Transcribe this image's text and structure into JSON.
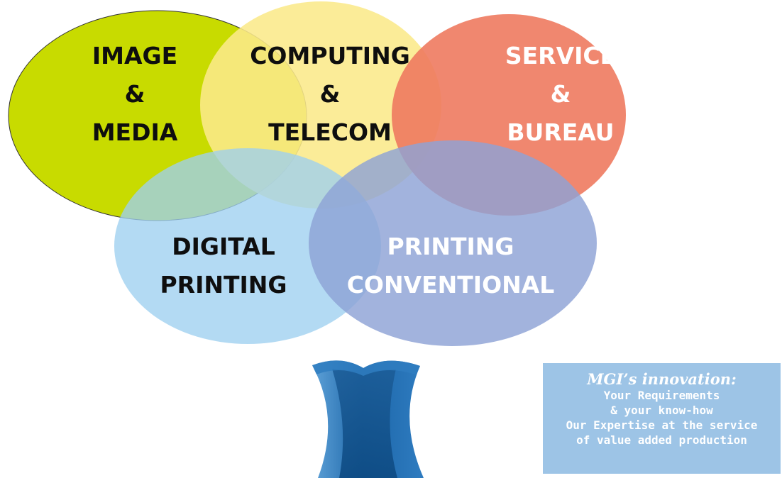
{
  "colors": {
    "image_media": "#c8db00",
    "computing_telecom": "#fbe98a",
    "service_bureau": "#ee7a5f",
    "digital_printing": "#9ed0ef",
    "printing_conventional": "#8da2d5",
    "trunk": "#1d6fb4",
    "innovation_box": "#9dc4e6"
  },
  "domains": {
    "image_media": [
      "IMAGE",
      "&",
      "MEDIA"
    ],
    "computing_telecom": [
      "COMPUTING",
      "&",
      "TELECOM"
    ],
    "service_bureau": [
      "SERVICE",
      "&",
      "BUREAU"
    ],
    "digital_printing": [
      "DIGITAL",
      "PRINTING"
    ],
    "printing_conventional": [
      "PRINTING",
      "CONVENTIONAL"
    ]
  },
  "innovation": {
    "title": "MGI’s innovation:",
    "lines": [
      "Your Requirements",
      "& your know-how",
      "Our Expertise at the service",
      "of value added production"
    ]
  }
}
